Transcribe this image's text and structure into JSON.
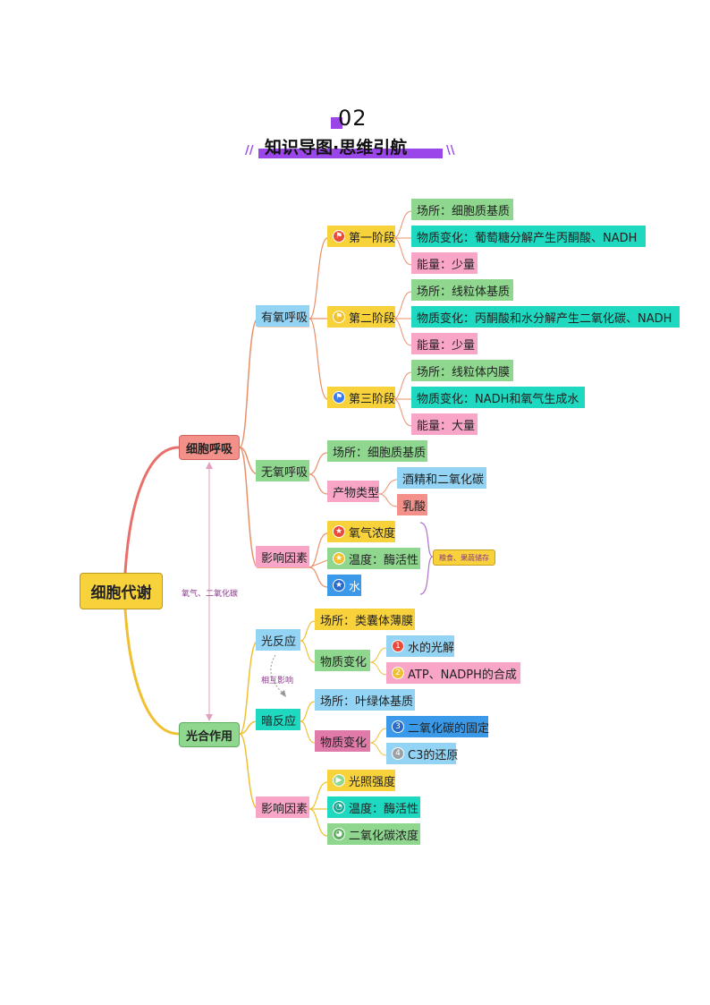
{
  "header": {
    "number": "02",
    "title": "知识导图·思维引航",
    "left_deco": "//",
    "right_deco": "\\\\"
  },
  "root": "细胞代谢",
  "respiration": "细胞呼吸",
  "photosynthesis": "光合作用",
  "link_label": "氧气、二氧化碳",
  "aerobic": "有氧呼吸",
  "stage1": {
    "label": "第一阶段",
    "place": "场所：细胞质基质",
    "change": "物质变化：葡萄糖分解产生丙酮酸、NADH",
    "energy": "能量：少量"
  },
  "stage2": {
    "label": "第二阶段",
    "place": "场所：线粒体基质",
    "change": "物质变化：丙酮酸和水分解产生二氧化碳、NADH",
    "energy": "能量：少量"
  },
  "stage3": {
    "label": "第三阶段",
    "place": "场所：线粒体内膜",
    "change": "物质变化：NADH和氧气生成水",
    "energy": "能量：大量"
  },
  "anaerobic": {
    "label": "无氧呼吸",
    "place": "场所：细胞质基质",
    "product_type": "产物类型",
    "product1": "酒精和二氧化碳",
    "product2": "乳酸"
  },
  "resp_factors": {
    "label": "影响因素",
    "f1": "氧气浓度",
    "f2": "温度：酶活性",
    "f3": "水",
    "note": "粮食、果蔬储存"
  },
  "light": {
    "label": "光反应",
    "place": "场所：类囊体薄膜",
    "change": "物质变化",
    "c1_num": "1",
    "c1": "水的光解",
    "c2_num": "2",
    "c2": "ATP、NADPH的合成"
  },
  "mutual": "相互影响",
  "dark": {
    "label": "暗反应",
    "place": "场所：叶绿体基质",
    "change": "物质变化",
    "c3_num": "3",
    "c3": "二氧化碳的固定",
    "c4_num": "4",
    "c4": "C3的还原"
  },
  "photo_factors": {
    "label": "影响因素",
    "f1": "光照强度",
    "f2": "温度：酶活性",
    "f3": "二氧化碳浓度"
  },
  "colors": {
    "yellow": "#f8d23a",
    "green": "#8fd68f",
    "teal": "#1ed8bf",
    "pink": "#f8a5c8",
    "blue": "#93d3f3",
    "red": "#f39089",
    "purple": "#9b46e8"
  }
}
